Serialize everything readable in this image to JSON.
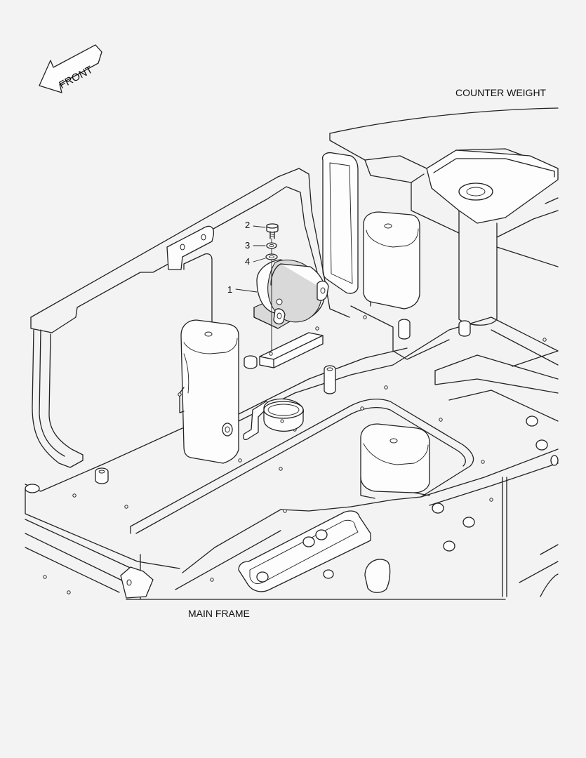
{
  "labels": {
    "front": "FRONT",
    "counter_weight": "COUNTER WEIGHT",
    "main_frame": "MAIN FRAME"
  },
  "callouts": [
    "1",
    "2",
    "3",
    "4"
  ]
}
